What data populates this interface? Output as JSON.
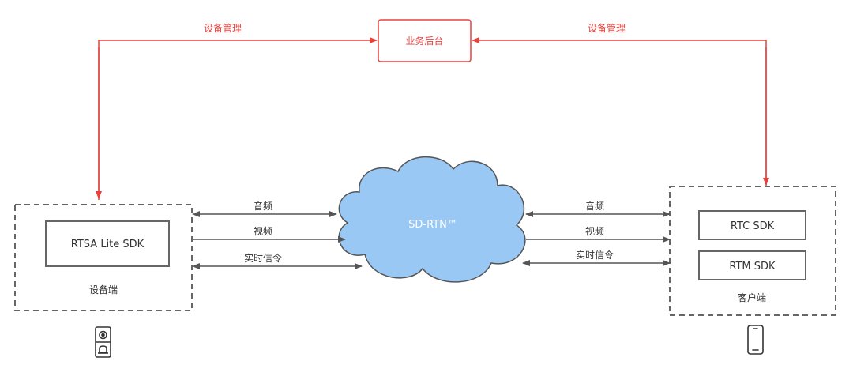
{
  "backend": {
    "label": "业务后台"
  },
  "links": {
    "left_label": "设备管理",
    "right_label": "设备管理"
  },
  "cloud": {
    "label": "SD-RTN™"
  },
  "device": {
    "sdk_label": "RTSA Lite SDK",
    "caption": "设备端"
  },
  "client": {
    "sdk1_label": "RTC SDK",
    "sdk2_label": "RTM SDK",
    "caption": "客户端"
  },
  "flows_left": {
    "audio": "音频",
    "video": "视频",
    "signal": "实时信令"
  },
  "flows_right": {
    "audio": "音频",
    "video": "视频",
    "signal": "实时信令"
  },
  "icons": {
    "device": "doorbell-camera-icon",
    "client": "smartphone-icon"
  },
  "colors": {
    "management": "#e8413c",
    "cloud_fill": "#99c8f5",
    "cloud_stroke": "#555555",
    "text": "#333333",
    "box_stroke": "#666666"
  }
}
